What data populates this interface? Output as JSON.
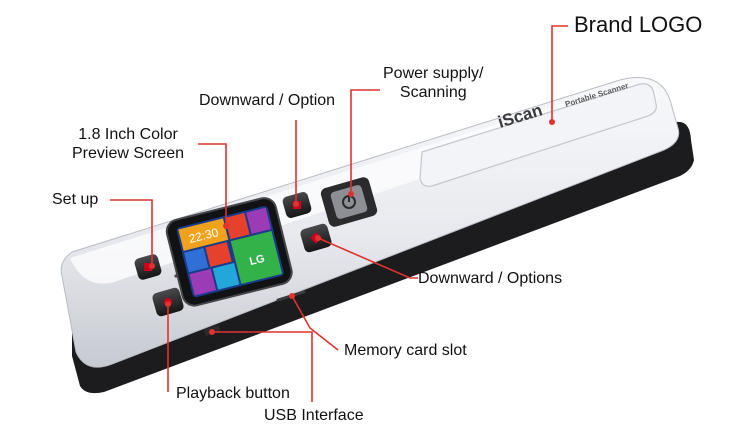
{
  "device": {
    "brand_text": "iScan",
    "subtitle_text": "Portable Scanner",
    "screen_clock": "22:30",
    "screen_tile_text": "LG",
    "colors": {
      "body": "#eef0f4",
      "body_shadow": "#c9ccd3",
      "base": "#1c1c1e",
      "button": "#2b2b2d",
      "button_mark": "#d0021b",
      "leader_line": "#e0322e",
      "tile_blue": "#2f6fd6",
      "tile_orange": "#f0a21c",
      "tile_red": "#e5412d",
      "tile_purple": "#9b3bb6",
      "tile_cyan": "#23a6d9",
      "tile_green": "#34b24a"
    }
  },
  "callouts": {
    "brand_logo": "Brand LOGO",
    "power_line1": "Power supply/",
    "power_line2": "Scanning",
    "downward_option": "Downward / Option",
    "preview_line1": "1.8 Inch Color",
    "preview_line2": "Preview Screen",
    "set_up": "Set up",
    "downward_options": "Downward / Options",
    "memory_card_slot": "Memory card slot",
    "playback_button": "Playback button",
    "usb_interface": "USB Interface"
  }
}
